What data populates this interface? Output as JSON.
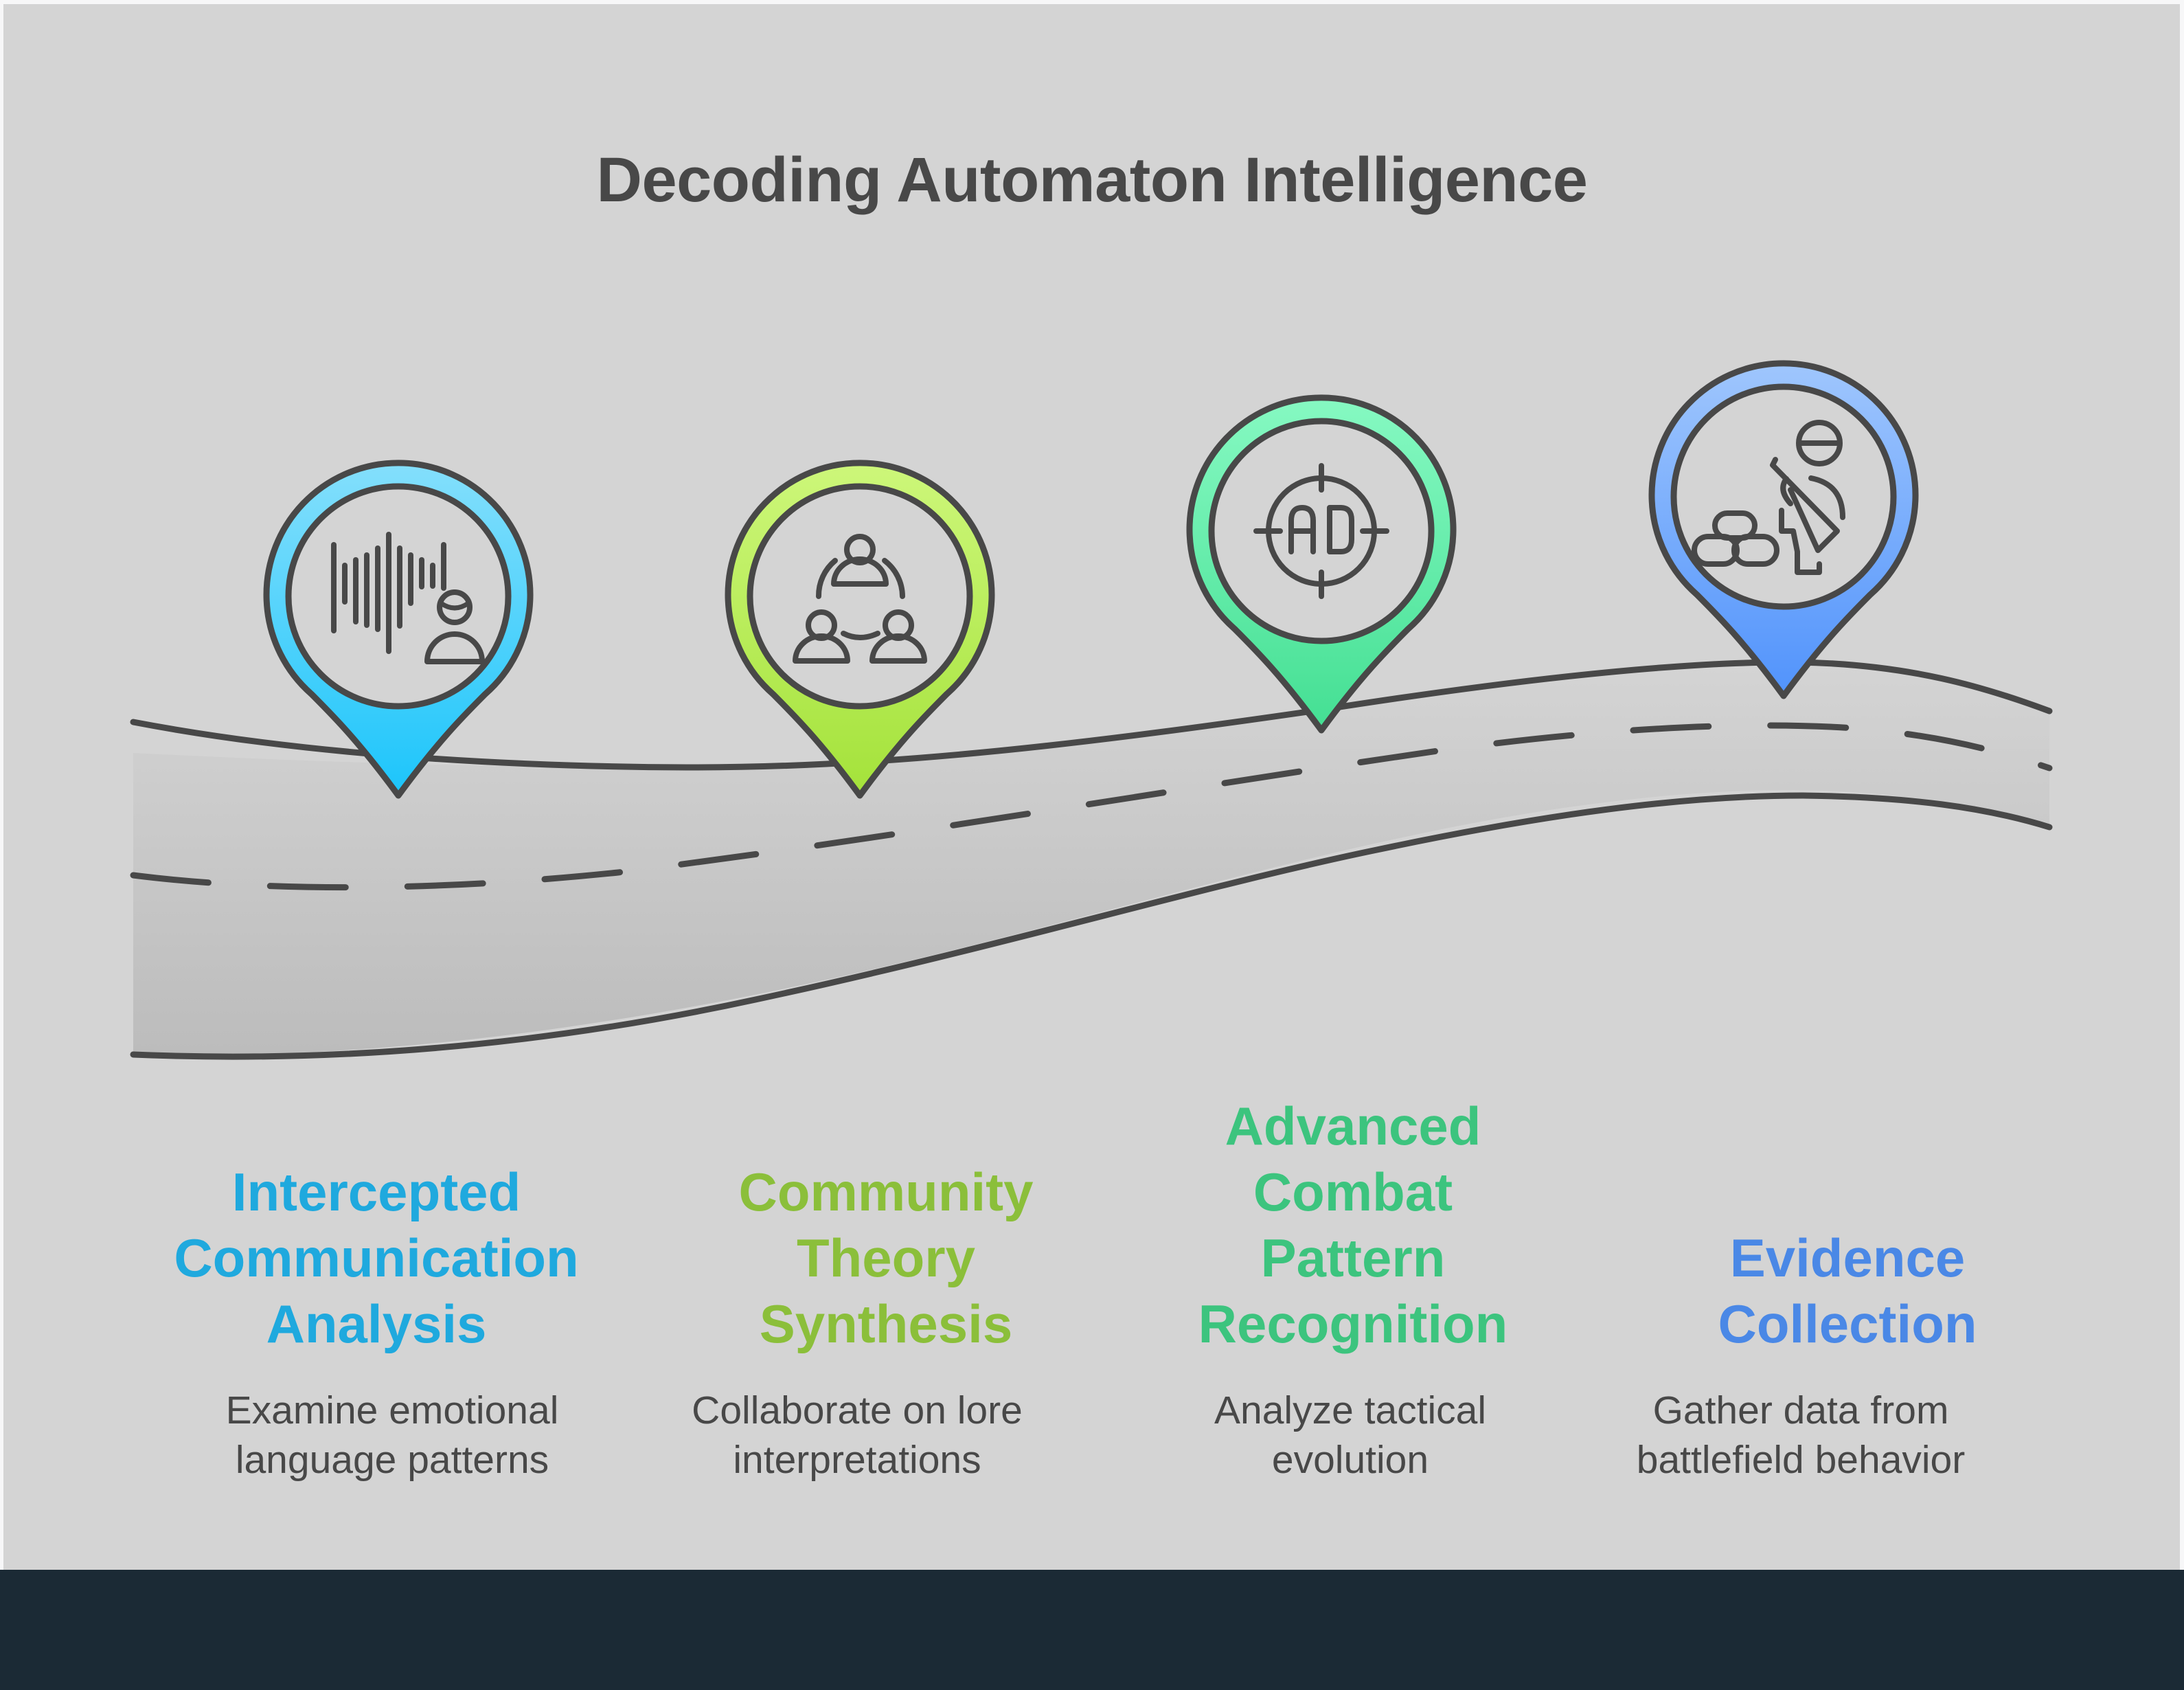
{
  "title": "Decoding Automaton Intelligence",
  "colors": {
    "background": "#d4d4d4",
    "footer": "#1b2a35",
    "stroke": "#484848",
    "text": "#484848"
  },
  "steps": [
    {
      "icon": "voice-recognition-icon",
      "heading_lines": [
        "Intercepted",
        "Communication",
        "Analysis"
      ],
      "description_lines": [
        "Examine emotional",
        "language patterns"
      ],
      "color": "#1fa9de",
      "gradient": [
        "#84dffc",
        "#1cc5fb"
      ]
    },
    {
      "icon": "team-collaboration-icon",
      "heading_lines": [
        "Community",
        "Theory",
        "Synthesis"
      ],
      "description_lines": [
        "Collaborate on lore",
        "interpretations"
      ],
      "color": "#8bbf3a",
      "gradient": [
        "#cdf77a",
        "#a4e23a"
      ]
    },
    {
      "icon": "target-crosshair-icon",
      "icon_text": "AD",
      "heading_lines": [
        "Advanced",
        "Combat",
        "Pattern",
        "Recognition"
      ],
      "description_lines": [
        "Analyze tactical",
        "evolution"
      ],
      "color": "#3cc47e",
      "gradient": [
        "#86f9c2",
        "#44df93"
      ]
    },
    {
      "icon": "soldier-sandbags-icon",
      "heading_lines": [
        "Evidence",
        "Collection"
      ],
      "description_lines": [
        "Gather data from",
        "battlefield behavior"
      ],
      "color": "#4a88e6",
      "gradient": [
        "#9fc6fd",
        "#5193fc"
      ]
    }
  ]
}
